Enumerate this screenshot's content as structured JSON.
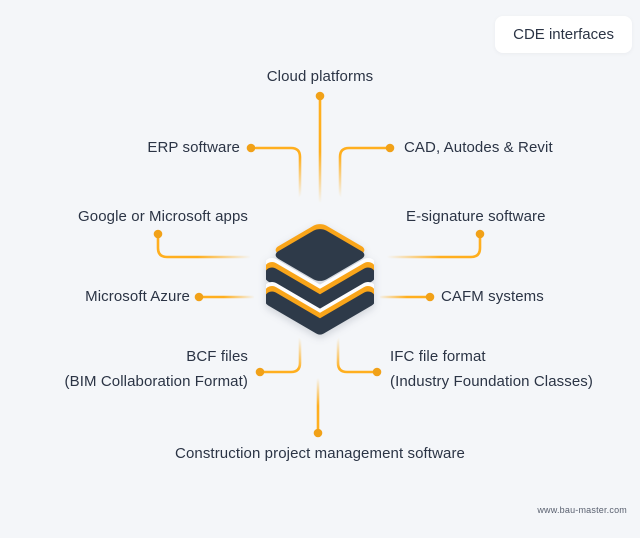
{
  "badge": {
    "label": "CDE interfaces"
  },
  "nodes": {
    "cloud": "Cloud platforms",
    "erp": "ERP software",
    "cad": "CAD, Autodes & Revit",
    "google": "Google or Microsoft apps",
    "esignature": "E-signature software",
    "azure": "Microsoft Azure",
    "cafm": "CAFM systems",
    "bcf_line1": "BCF files",
    "bcf_line2": "(BIM Collaboration Format)",
    "ifc_line1": "IFC file format",
    "ifc_line2": "(Industry Foundation Classes)",
    "construction": "Construction project management software"
  },
  "footer": {
    "website": "www.bau-master.com"
  },
  "colors": {
    "bg": "#F4F6F9",
    "text": "#2B3445",
    "line": "#FFAF1F",
    "dot": "#F1A118",
    "icon_dark": "#2E3A49",
    "icon_yellow": "#F9A51A",
    "gap_white": "#FDFDFE",
    "badge_bg": "#FFFFFF",
    "footer_text": "#5A6170"
  }
}
